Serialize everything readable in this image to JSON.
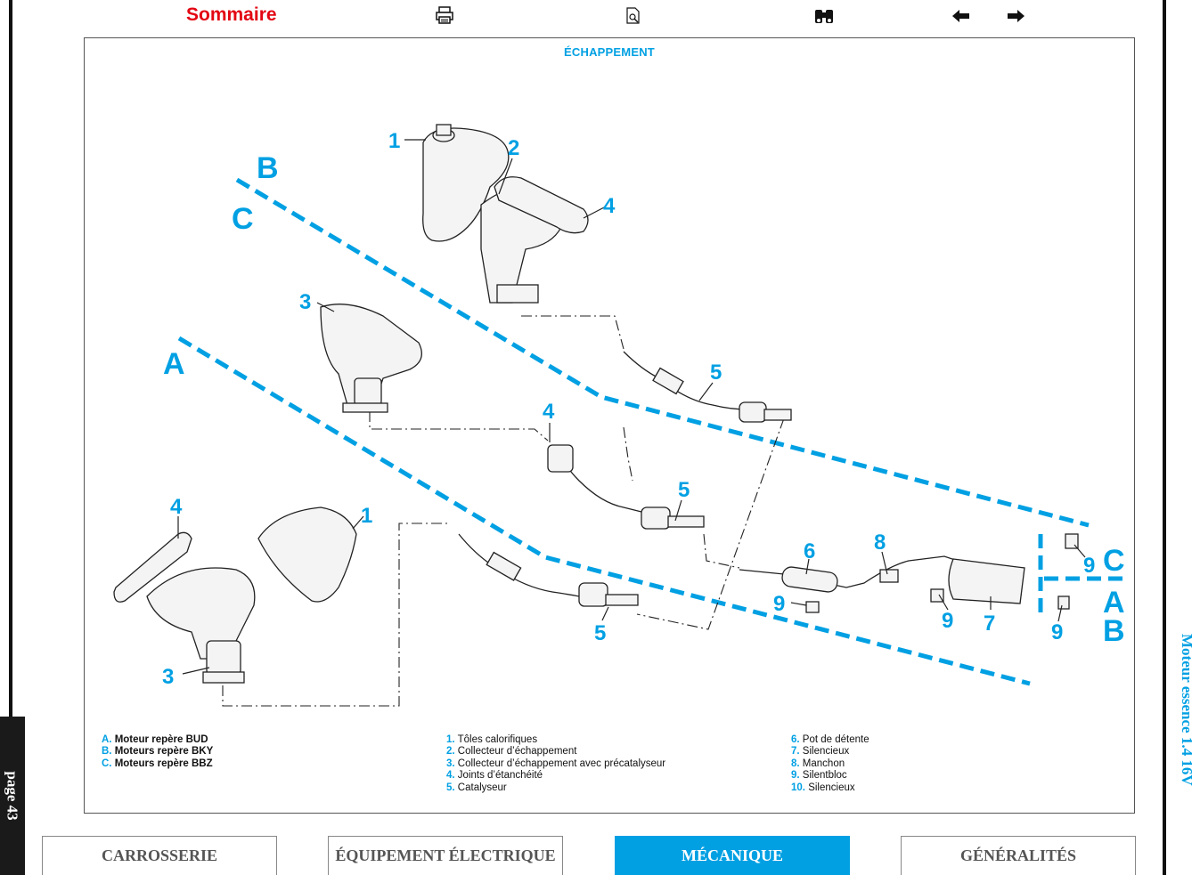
{
  "toolbar": {
    "sommaire_label": "Sommaire",
    "icons": [
      "print-icon",
      "preview-icon",
      "search-icon",
      "arrow-left-icon",
      "arrow-right-icon"
    ]
  },
  "page_number": "page 43",
  "side_title": "Moteur essence 1.4 16V",
  "diagram": {
    "title": "ÉCHAPPEMENT",
    "callouts": {
      "n1": "1",
      "n2": "2",
      "n3": "3",
      "n4": "4",
      "n5": "5",
      "n6": "6",
      "n7": "7",
      "n8": "8",
      "n9": "9"
    },
    "zones": {
      "A": "A",
      "B": "B",
      "C": "C"
    }
  },
  "legend": {
    "engines": [
      {
        "letter": "A.",
        "text": "Moteur repère BUD"
      },
      {
        "letter": "B.",
        "text": "Moteurs repère BKY"
      },
      {
        "letter": "C.",
        "text": "Moteurs repère BBZ"
      }
    ],
    "parts_col1": [
      {
        "num": "1.",
        "text": "Tôles calorifiques"
      },
      {
        "num": "2.",
        "text": "Collecteur d’échappement"
      },
      {
        "num": "3.",
        "text": "Collecteur d’échappement avec précatalyseur"
      },
      {
        "num": "4.",
        "text": "Joints d’étanchéité"
      },
      {
        "num": "5.",
        "text": "Catalyseur"
      }
    ],
    "parts_col2": [
      {
        "num": "6.",
        "text": "Pot de détente"
      },
      {
        "num": "7.",
        "text": "Silencieux"
      },
      {
        "num": "8.",
        "text": "Manchon"
      },
      {
        "num": "9.",
        "text": "Silentbloc"
      },
      {
        "num": "10.",
        "text": "Silencieux"
      }
    ]
  },
  "nav_tabs": [
    {
      "label": "CARROSSERIE",
      "active": false
    },
    {
      "label": "ÉQUIPEMENT ÉLECTRIQUE",
      "active": false
    },
    {
      "label": "MÉCANIQUE",
      "active": true
    },
    {
      "label": "GÉNÉRALITÉS",
      "active": false
    }
  ],
  "colors": {
    "accent": "#00a0e3",
    "sommaire": "#e30613",
    "active_tab": "#00a0e3"
  }
}
